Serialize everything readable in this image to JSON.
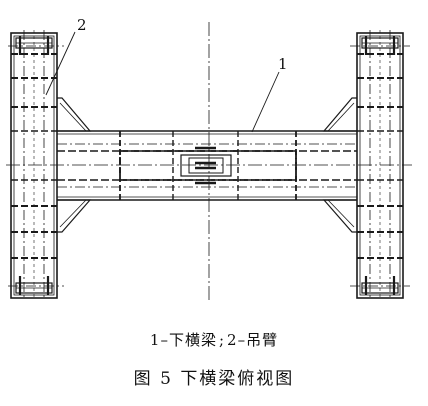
{
  "figure": {
    "callouts": [
      {
        "id": "callout-1",
        "label": "1"
      },
      {
        "id": "callout-2",
        "label": "2"
      }
    ],
    "legend": {
      "item1": "1–下横梁",
      "separator": ";",
      "item2": "2–吊臂"
    },
    "caption": {
      "number": "图 5",
      "title": "下横梁俯视图"
    }
  }
}
